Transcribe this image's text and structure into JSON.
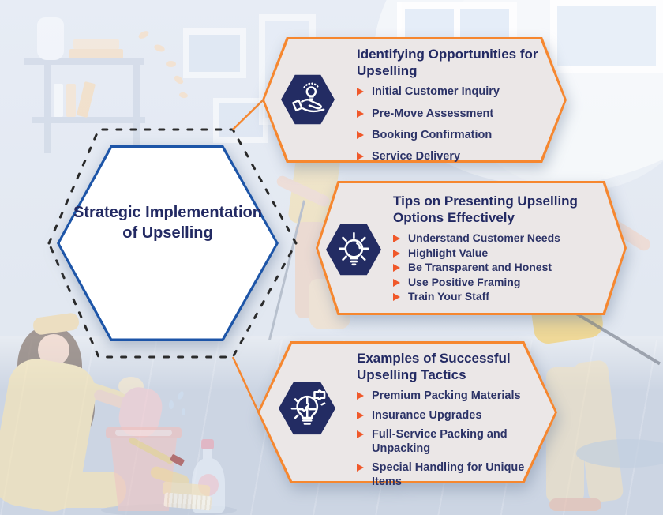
{
  "center": {
    "title": "Strategic Implementation of Upselling"
  },
  "panels": [
    {
      "title": "Identifying Opportunities for Upselling",
      "icon": "hand-lightbulb-icon",
      "items": [
        "Initial Customer Inquiry",
        "Pre-Move Assessment",
        "Booking Confirmation",
        "Service Delivery"
      ]
    },
    {
      "title": "Tips on Presenting Upselling Options Effectively",
      "icon": "lightbulb-icon",
      "items": [
        "Understand Customer Needs",
        "Highlight Value",
        "Be Transparent and Honest",
        "Use Positive Framing",
        "Train Your Staff"
      ]
    },
    {
      "title": "Examples of Successful Upselling Tactics",
      "icon": "puzzle-lightbulb-icon",
      "items": [
        "Premium Packing Materials",
        "Insurance Upgrades",
        "Full-Service Packing and Unpacking",
        "Special Handling for Unique Items"
      ]
    }
  ],
  "colors": {
    "panel_border_orange": "#f6872f",
    "bullet_arrow_orange": "#f0582a",
    "navy_text": "#232a63",
    "icon_hexagon_navy": "#232c63",
    "center_hexagon_border_blue": "#1d55a8",
    "wall_background": "#e2e8f1",
    "floor_background": "#ccd5e3"
  }
}
